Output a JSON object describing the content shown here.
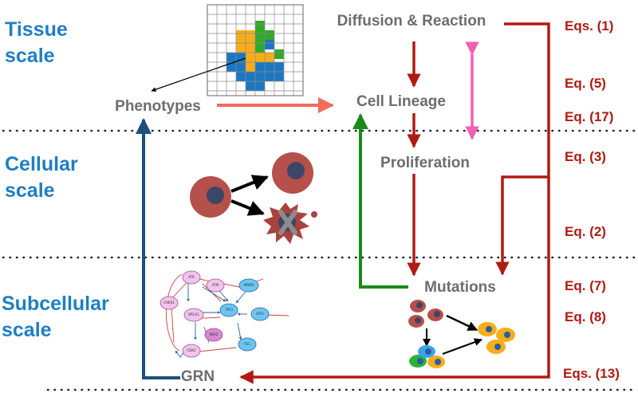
{
  "scales": {
    "tissue": [
      "Tissue",
      "scale"
    ],
    "cellular": [
      "Cellular",
      "scale"
    ],
    "subcellular": [
      "Subcellular",
      "scale"
    ]
  },
  "nodes": {
    "diffusion": "Diffusion & Reaction",
    "lineage": "Cell Lineage",
    "proliferation": "Proliferation",
    "mutations": "Mutations",
    "phenotypes": "Phenotypes",
    "grn": "GRN"
  },
  "equations": [
    "Eqs. (1)",
    "Eq. (5)",
    "Eq. (17)",
    "Eq. (3)",
    "Eq. (2)",
    "Eq. (7)",
    "Eq. (8)",
    "Eqs. (13)"
  ],
  "network_nodes": [
    "ATR",
    "ATM",
    "MDM2",
    "CHEK1",
    "TP53",
    "AKT1",
    "BRCA1",
    "NER2",
    "P21",
    "CDK2"
  ],
  "colors": {
    "scale_text": "#1e7fc2",
    "node_text": "#6d6d6d",
    "equation_text": "#b01a14",
    "arrow_red": "#b01a14",
    "arrow_salmon": "#f26b5b",
    "arrow_pink": "#f25fb3",
    "arrow_green": "#1a8a1a",
    "arrow_navy": "#1c4f7c",
    "cell_body": "#b5514a",
    "cell_nucleus": "#3b4668",
    "grid_orange": "#f7ad1a",
    "grid_green": "#32a82a",
    "grid_blue": "#1c77c3"
  }
}
